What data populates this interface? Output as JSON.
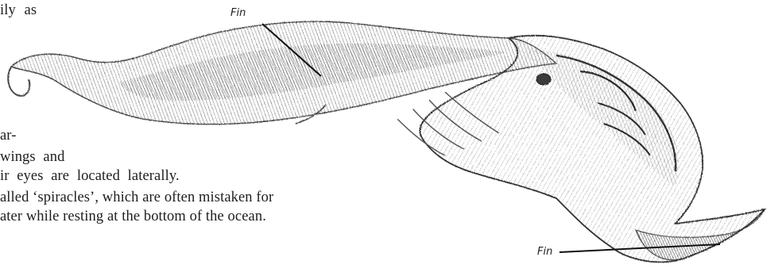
{
  "text_lines": [
    "ily  as",
    "ar-",
    "wings  and",
    "ir  eyes  are  located  laterally.",
    "alled ‘spiracles’, which are often mistaken for",
    "ater while resting at the bottom of the ocean."
  ],
  "labels": {
    "fin_top": "Fin",
    "fin_bottom": "Fin"
  }
}
